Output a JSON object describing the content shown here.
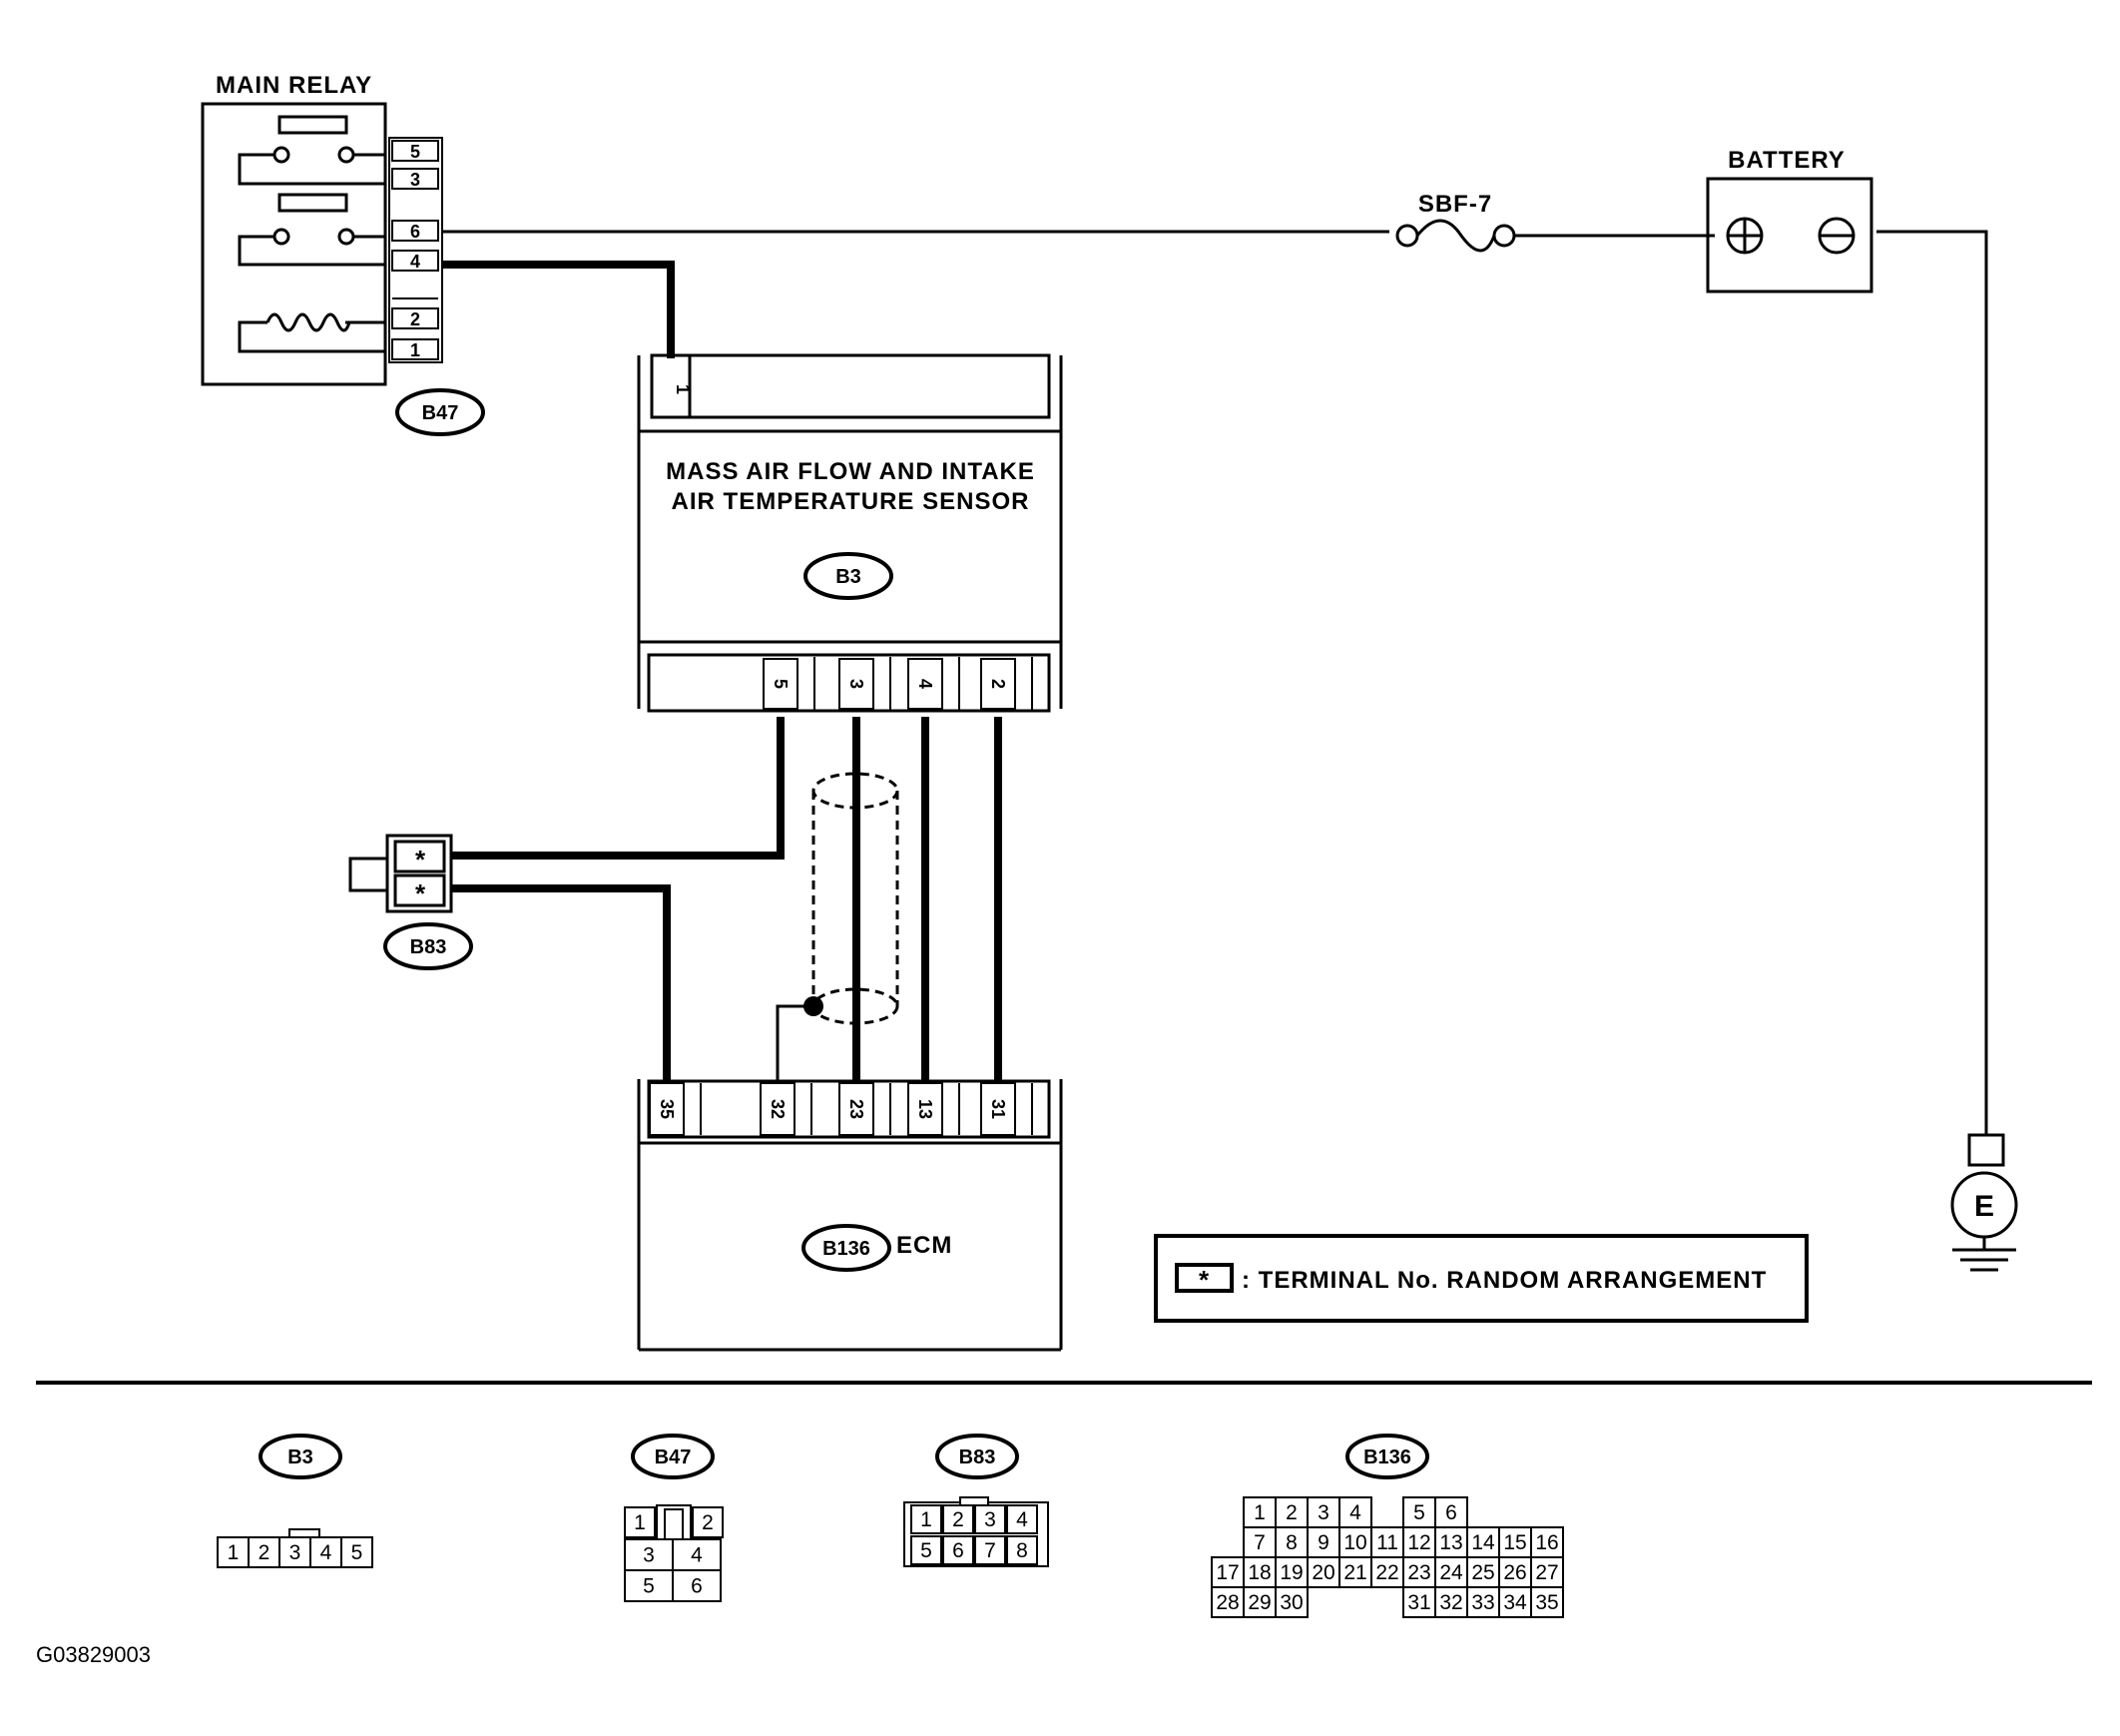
{
  "labels": {
    "main_relay": "MAIN RELAY",
    "battery": "BATTERY",
    "fuse": "SBF-7",
    "maf_line1": "MASS AIR FLOW AND INTAKE",
    "maf_line2": "AIR TEMPERATURE SENSOR",
    "ecm": "ECM",
    "ground": "E",
    "legend_star": "*",
    "legend_text": ": TERMINAL No. RANDOM ARRANGEMENT",
    "figure_id": "G03829003"
  },
  "connectors": {
    "b47": "B47",
    "b3": "B3",
    "b83": "B83",
    "b136": "B136"
  },
  "relay_pins": [
    "5",
    "3",
    "6",
    "4",
    "2",
    "1"
  ],
  "maf_top_pin": "1",
  "maf_bottom_pins": [
    "5",
    "3",
    "4",
    "2"
  ],
  "b83_pins": [
    "*",
    "*"
  ],
  "ecm_pins": [
    "35",
    "32",
    "23",
    "13",
    "31"
  ],
  "pinouts": {
    "b3": [
      "1",
      "2",
      "3",
      "4",
      "5"
    ],
    "b47": [
      "1",
      "2",
      "3",
      "4",
      "5",
      "6"
    ],
    "b83": [
      "1",
      "2",
      "3",
      "4",
      "5",
      "6",
      "7",
      "8"
    ],
    "b136_rows": [
      [
        "1",
        "2",
        "3",
        "4",
        "5",
        "6"
      ],
      [
        "7",
        "8",
        "9",
        "10",
        "11",
        "12",
        "13",
        "14",
        "15",
        "16"
      ],
      [
        "17",
        "18",
        "19",
        "20",
        "21",
        "22",
        "23",
        "24",
        "25",
        "26",
        "27"
      ],
      [
        "28",
        "29",
        "30",
        "31",
        "32",
        "33",
        "34",
        "35"
      ]
    ]
  }
}
